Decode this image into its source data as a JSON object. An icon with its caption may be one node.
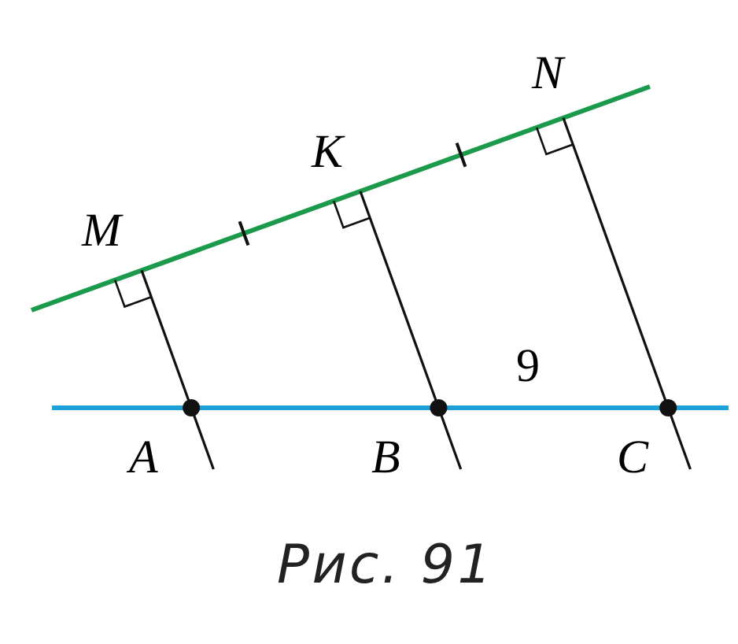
{
  "diagram": {
    "caption": "Рис. 91",
    "labels": [
      "N",
      "K",
      "M",
      "9",
      "A",
      "B",
      "C"
    ]
  }
}
